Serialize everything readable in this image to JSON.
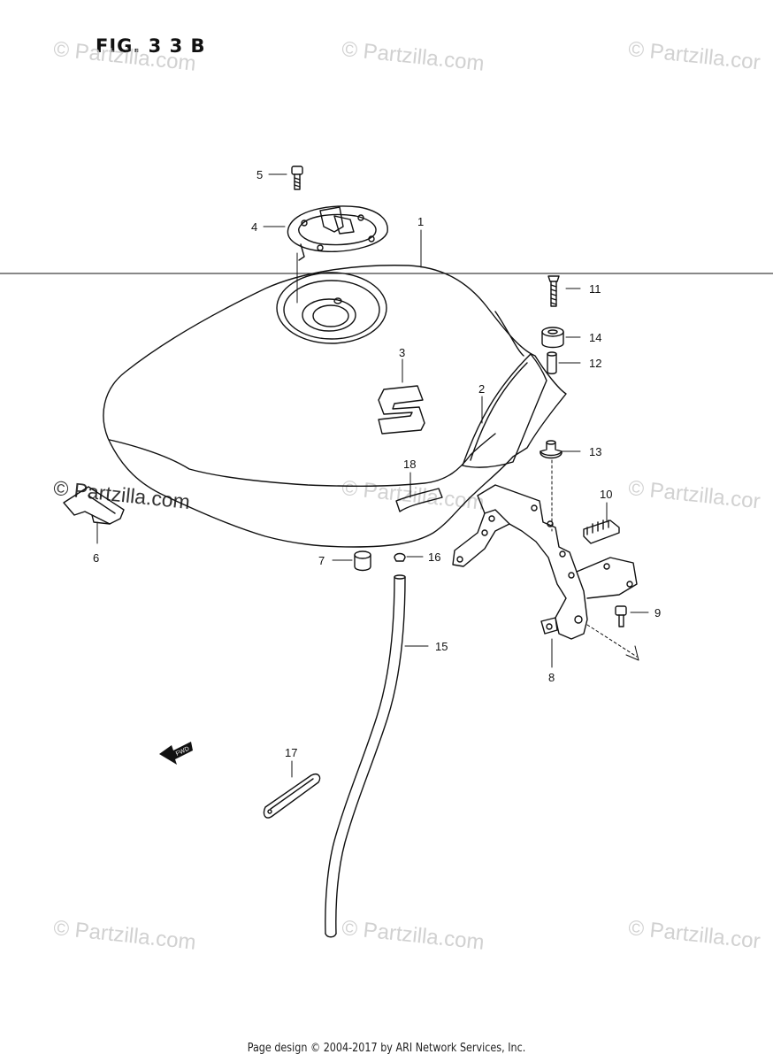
{
  "figure": {
    "title": "FIG. 3 3 B"
  },
  "watermark": {
    "text": "© Partzilla.com",
    "text_short": "© Partzilla.cor"
  },
  "callouts": {
    "p1": "1",
    "p2": "2",
    "p3": "3",
    "p4": "4",
    "p5": "5",
    "p6": "6",
    "p7": "7",
    "p8": "8",
    "p9": "9",
    "p10": "10",
    "p11": "11",
    "p12": "12",
    "p13": "13",
    "p14": "14",
    "p15": "15",
    "p16": "16",
    "p17": "17",
    "p18": "18"
  },
  "fwd_label": "FWD",
  "footer": {
    "text": "Page design © 2004-2017 by ARI Network Services, Inc."
  },
  "colors": {
    "line": "#111111",
    "watermark": "#c9c9c9"
  }
}
